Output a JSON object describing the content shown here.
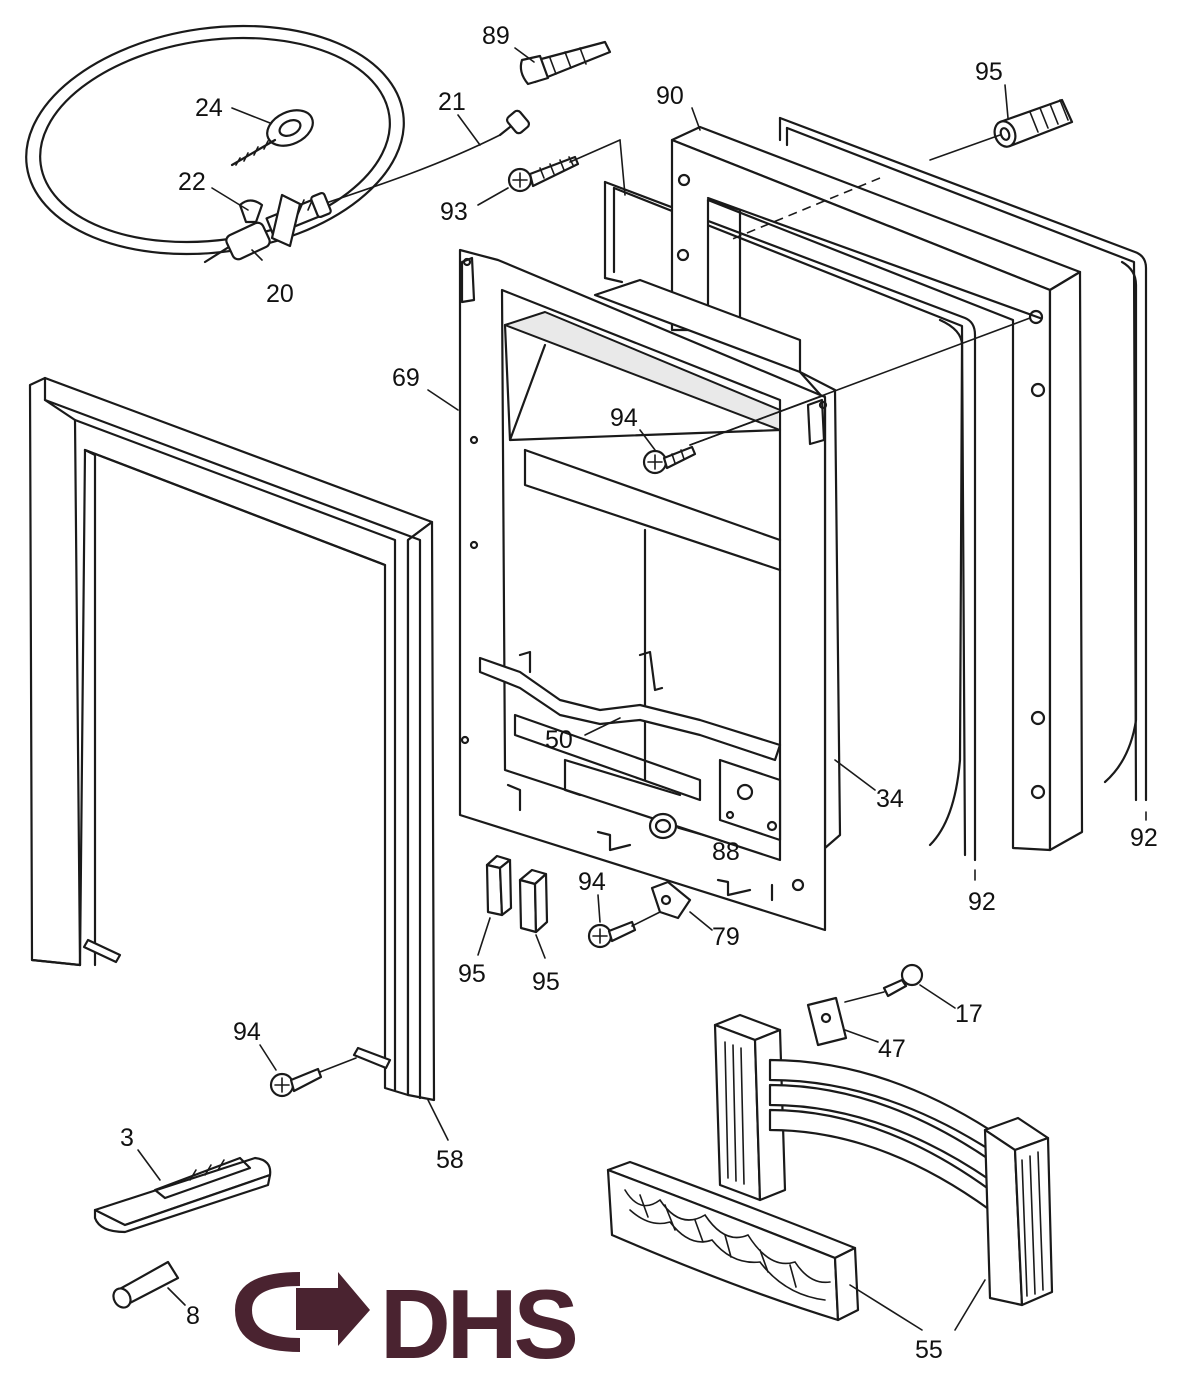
{
  "logo": {
    "text": "DHS",
    "color": "#4a2330"
  },
  "callouts": [
    {
      "id": "c89",
      "text": "89"
    },
    {
      "id": "c90",
      "text": "90"
    },
    {
      "id": "c95a",
      "text": "95"
    },
    {
      "id": "c24",
      "text": "24"
    },
    {
      "id": "c21",
      "text": "21"
    },
    {
      "id": "c22",
      "text": "22"
    },
    {
      "id": "c93",
      "text": "93"
    },
    {
      "id": "c20",
      "text": "20"
    },
    {
      "id": "c69",
      "text": "69"
    },
    {
      "id": "c94a",
      "text": "94"
    },
    {
      "id": "c50",
      "text": "50"
    },
    {
      "id": "c34",
      "text": "34"
    },
    {
      "id": "c92a",
      "text": "92"
    },
    {
      "id": "c88",
      "text": "88"
    },
    {
      "id": "c92b",
      "text": "92"
    },
    {
      "id": "c94b",
      "text": "94"
    },
    {
      "id": "c79",
      "text": "79"
    },
    {
      "id": "c95b",
      "text": "95"
    },
    {
      "id": "c95c",
      "text": "95"
    },
    {
      "id": "c17",
      "text": "17"
    },
    {
      "id": "c47",
      "text": "47"
    },
    {
      "id": "c94c",
      "text": "94"
    },
    {
      "id": "c58",
      "text": "58"
    },
    {
      "id": "c3",
      "text": "3"
    },
    {
      "id": "c8",
      "text": "8"
    },
    {
      "id": "c55",
      "text": "55"
    }
  ]
}
